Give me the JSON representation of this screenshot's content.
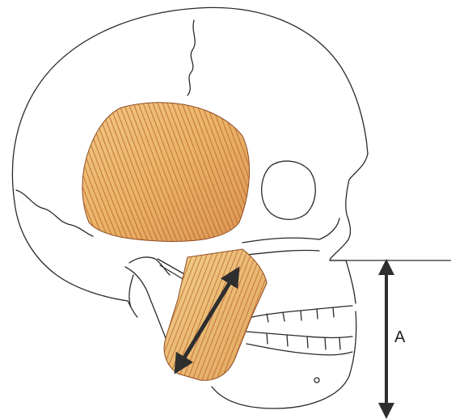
{
  "figure": {
    "labels": {
      "dimension": "A"
    },
    "colors": {
      "outline": "#2a2a2a",
      "muscle_base": "#e8b56a",
      "muscle_fiber": "#b85a28",
      "muscle_light": "#f3d79a",
      "arrow": "#2e2e2e"
    },
    "icons": {
      "skull": "skull-outline",
      "temporalis": "temporalis-muscle",
      "masseter": "masseter-muscle",
      "masseter_arrow": "double-headed-arrow",
      "height_arrow": "double-headed-arrow"
    }
  }
}
